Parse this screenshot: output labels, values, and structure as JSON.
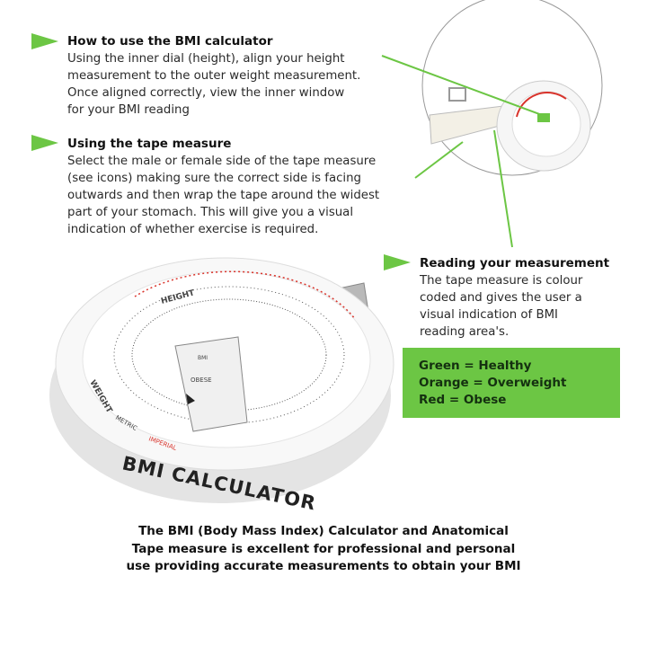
{
  "sections": [
    {
      "title": "How to use the BMI calculator",
      "body": "Using the inner dial (height), align your height\nmeasurement to the outer weight measurement.\nOnce aligned correctly, view the inner window\nfor your BMI reading"
    },
    {
      "title": "Using the tape measure",
      "body": "Select the male or female side of the tape measure\n(see icons) making sure the correct side is facing\noutwards and then wrap the tape around the widest\npart of your stomach. This will give you a visual\nindication of whether exercise is required."
    },
    {
      "title": "Reading your measurement",
      "body": "The tape measure is colour\ncoded and gives the user a\nvisual indication of BMI\nreading area's."
    }
  ],
  "legend": {
    "items": [
      "Green = Healthy",
      "Orange = Overweight",
      "Red = Obese"
    ],
    "background": "#6cc644"
  },
  "product": {
    "brand_text": "BMI CALCULATOR",
    "dial_labels": [
      "HEIGHT",
      "WEIGHT",
      "METRIC",
      "IMPERIAL",
      "OBESE",
      "BMI"
    ]
  },
  "caption": "The BMI (Body Mass Index) Calculator and Anatomical\nTape measure is excellent for professional and personal\nuse providing accurate measurements to obtain your BMI",
  "colors": {
    "accent": "#6cc644",
    "dial_red": "#d9332b"
  }
}
